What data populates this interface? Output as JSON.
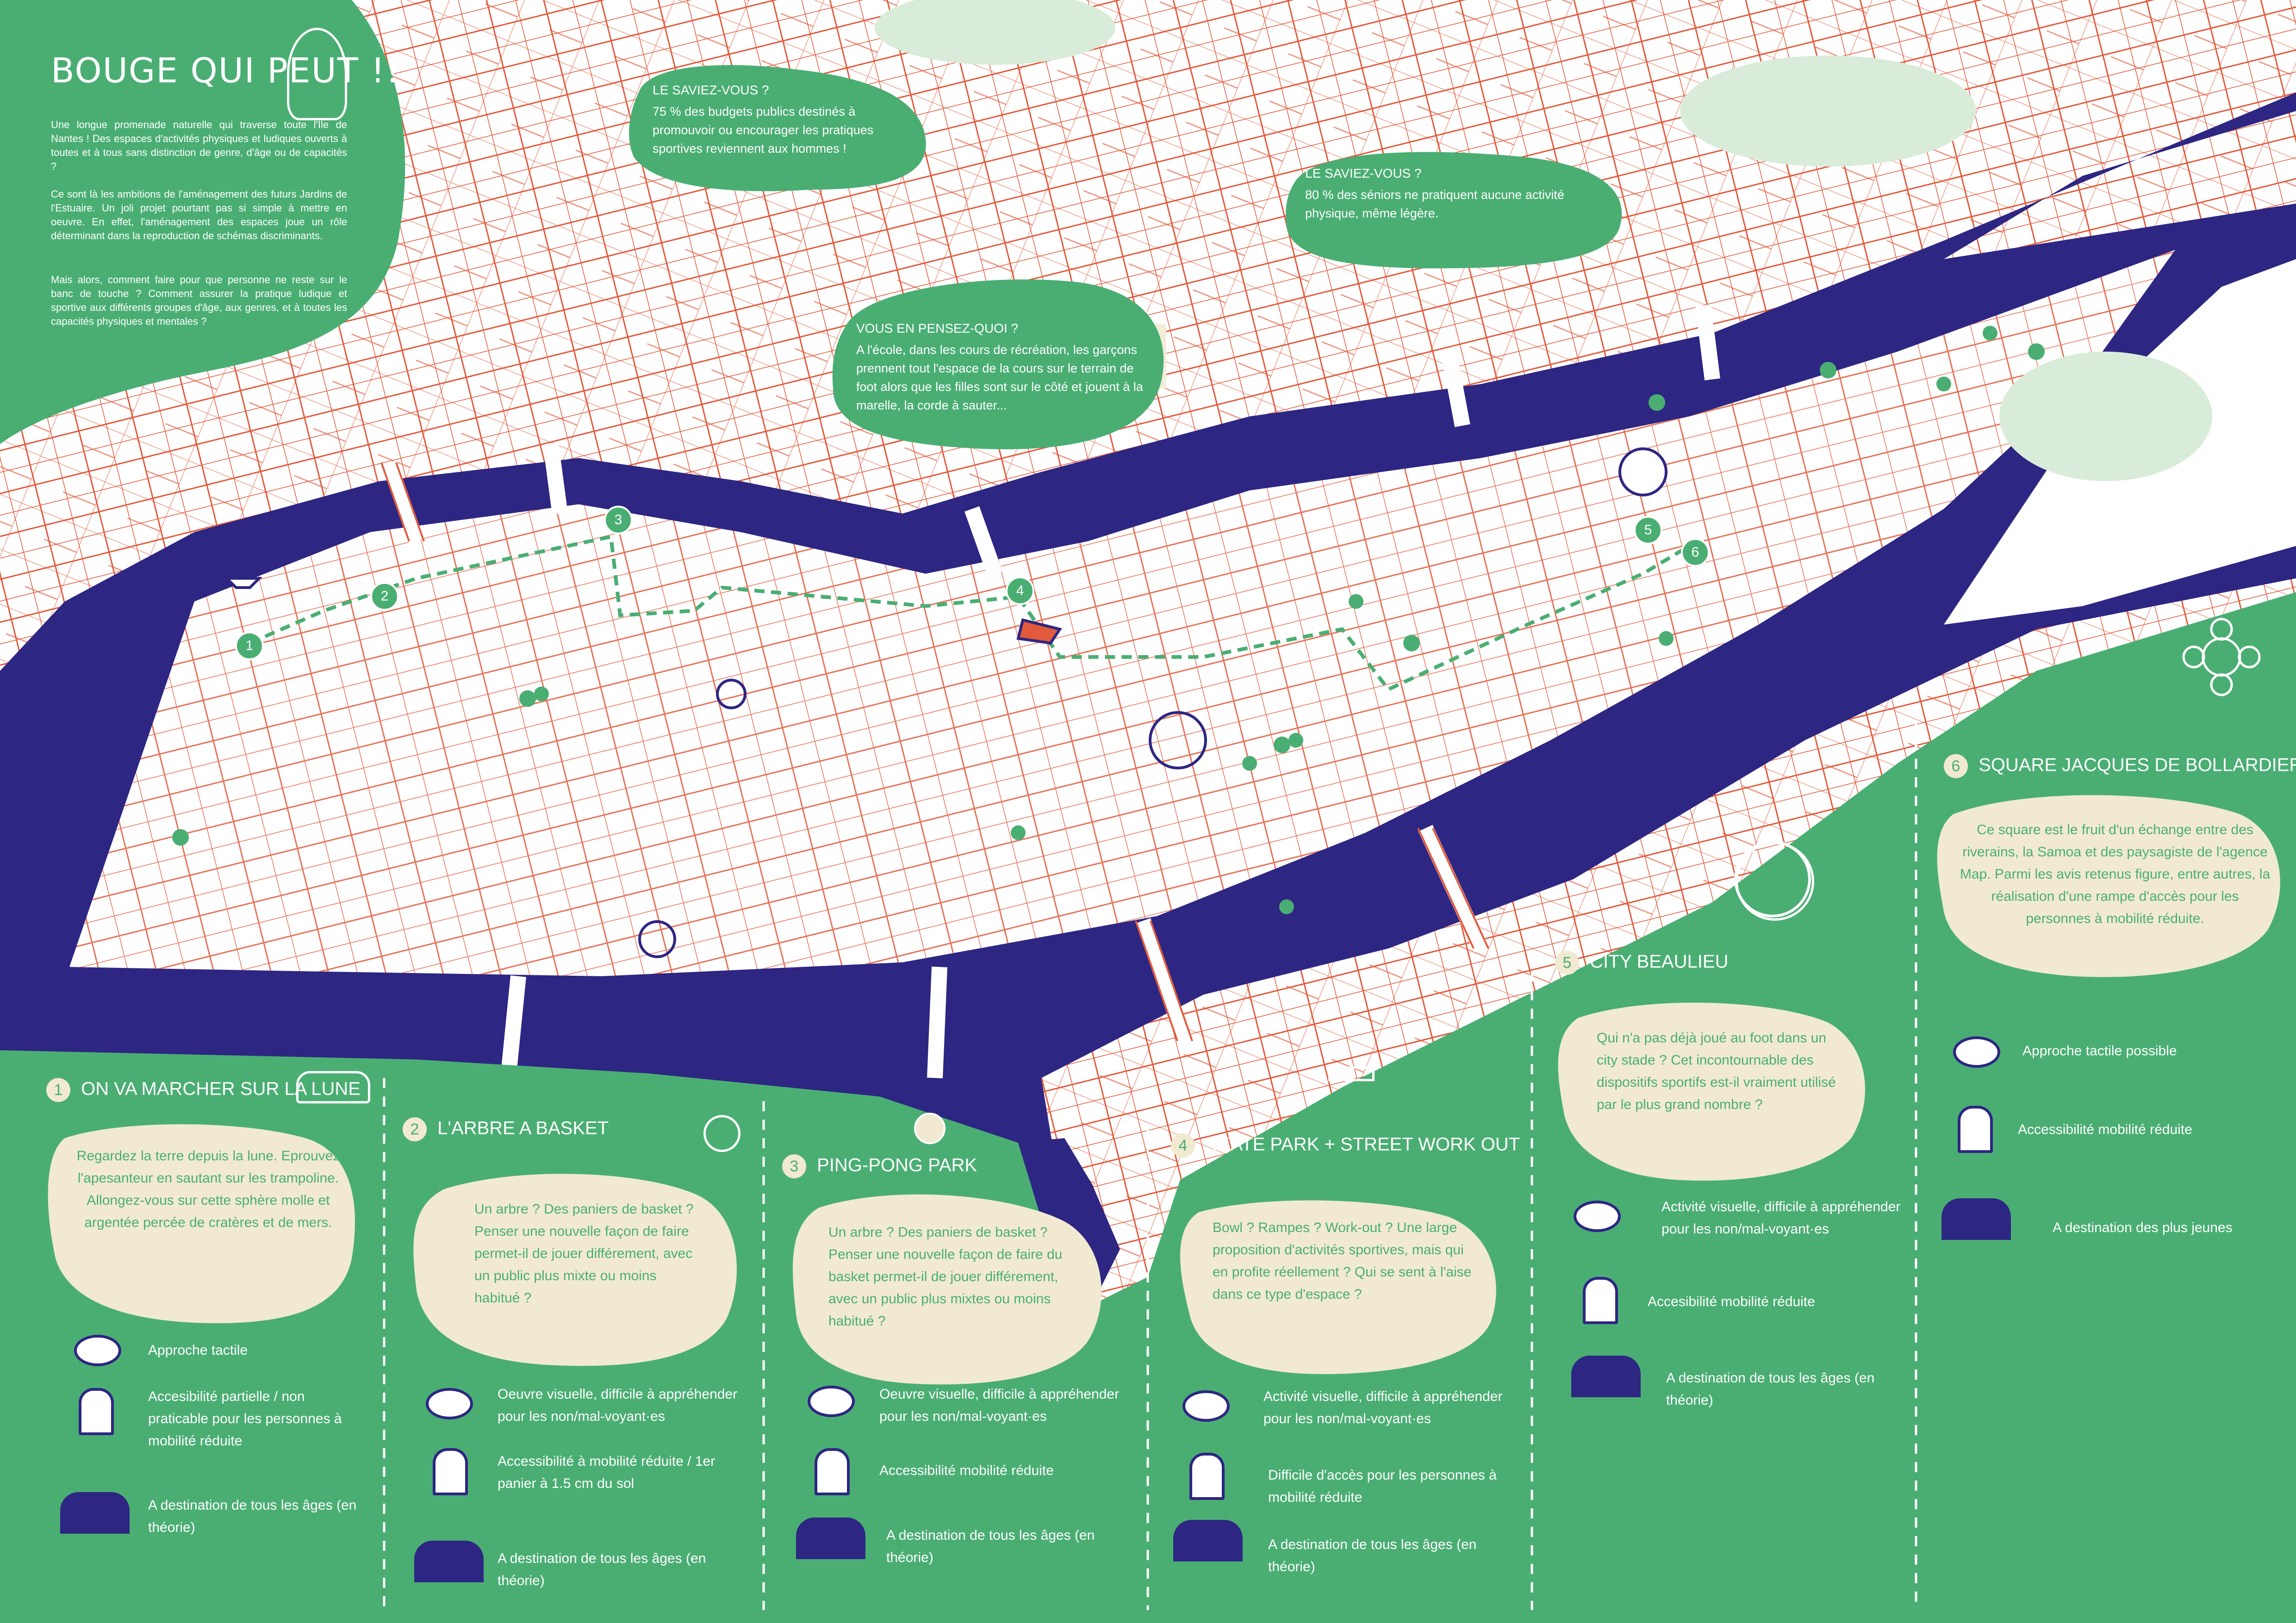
{
  "colors": {
    "green": "#4aae73",
    "navy": "#2d2682",
    "cream": "#f1ead0",
    "street": "#e25a3c",
    "park": "#d9ecd9",
    "building": "#f3ecd6",
    "white": "#ffffff"
  },
  "intro": {
    "title": "BOUGE QUI PEUT !!",
    "icon": "basketball-player-icon",
    "p1": "Une longue promenade naturelle qui traverse toute l'Ile de Nantes ! Des espaces d'activités physiques et ludiques ouverts à toutes et à tous sans distinction de genre, d'âge ou de capacités ?",
    "p2": "Ce sont là les ambitions de l'aménagement des futurs Jardins de l'Estuaire. Un joli projet pourtant pas si simple à mettre en oeuvre. En effet, l'aménagement des espaces joue un rôle déterminant dans la reproduction de schémas discriminants.",
    "p3": "Mais alors, comment faire pour que personne ne reste sur le banc de touche ? Comment assurer la pratique ludique et sportive aux différents groupes d'âge, aux genres, et à toutes les capacités physiques et mentales ?"
  },
  "bubbles": [
    {
      "title": "LE SAVIEZ-VOUS ?",
      "text": "75 % des budgets publics destinés à promouvoir ou encourager les pratiques sportives reviennent aux hommes !"
    },
    {
      "title": "LE SAVIEZ-VOUS ?",
      "text": "80 % des séniors ne pratiquent aucune activité physique, même légère."
    },
    {
      "title": "VOUS EN PENSEZ-QUOI ?",
      "text": "A l'école, dans les cours de récréation, les garçons prennent tout l'espace de la cours sur le terrain de foot alors que les filles sont sur le côté et jouent à la marelle, la corde à sauter..."
    }
  ],
  "map_markers": [
    "1",
    "2",
    "3",
    "4",
    "5",
    "6"
  ],
  "sections": [
    {
      "num": "1",
      "title": "ON VA MARCHER SUR LA LUNE",
      "icon": "sneakers-icon",
      "text": "Regardez la terre depuis la lune. Eprouvez l'apesanteur en sautant sur les trampoline. Allongez-vous sur cette sphère molle et argentée percée de cratères et de mers.",
      "items": [
        {
          "icon": "eye-icon",
          "text": "Approche tactile"
        },
        {
          "icon": "door-lock-crossed-icon",
          "text": "Accesibilité partielle / non praticable pour les personnes à mobilité réduite"
        },
        {
          "icon": "family-group-icon",
          "text": "A destination de tous les âges (en théorie)"
        }
      ]
    },
    {
      "num": "2",
      "title": "L'ARBRE A BASKET",
      "icon": "basketball-hoop-icon",
      "text": "Un arbre ? Des paniers de basket ? Penser une nouvelle façon de faire permet-il de jouer différement, avec un public plus mixte ou moins habitué ?",
      "items": [
        {
          "icon": "eye-crossed-icon",
          "text": "Oeuvre visuelle, difficile à appréhender pour les non/mal-voyant·es"
        },
        {
          "icon": "door-lock-icon",
          "text": "Accessibilité à mobilité réduite / 1er panier à 1.5 cm du sol"
        },
        {
          "icon": "family-group-icon",
          "text": "A destination de tous les âges (en théorie)"
        }
      ]
    },
    {
      "num": "3",
      "title": "PING-PONG PARK",
      "icon": "ping-pong-icon",
      "text": "Un arbre ? Des paniers de basket ? Penser une nouvelle façon de faire du basket permet-il de jouer différement, avec un public plus mixtes ou moins habitué ?",
      "items": [
        {
          "icon": "eye-crossed-icon",
          "text": "Oeuvre visuelle, difficile à appréhender pour les non/mal-voyant·es"
        },
        {
          "icon": "door-lock-icon",
          "text": "Accessibilité mobilité réduite"
        },
        {
          "icon": "family-group-icon",
          "text": "A destination de tous les âges (en théorie)"
        }
      ]
    },
    {
      "num": "4",
      "title": "SKATE PARK + STREET WORK OUT",
      "icon": "dumbbell-icon",
      "text": "Bowl ? Rampes ? Work-out ? Une large proposition d'activités sportives, mais qui en profite réellement ? Qui se sent à l'aise dans ce type d'espace ?",
      "items": [
        {
          "icon": "eye-crossed-icon",
          "text": "Activité visuelle, difficile à appréhender pour les non/mal-voyant·es"
        },
        {
          "icon": "door-lock-icon",
          "text": "Difficile d'accès pour les personnes à mobilité réduite"
        },
        {
          "icon": "family-group-icon",
          "text": "A destination de tous les âges (en théorie)"
        }
      ]
    },
    {
      "num": "5",
      "title": "CITY BEAULIEU",
      "icon": "soccer-ball-icon",
      "text": "Qui n'a pas déjà joué au foot dans un city stade ? Cet incontournable des dispositifs sportifs est-il vraiment utilisé par le plus grand nombre ?",
      "items": [
        {
          "icon": "eye-crossed-icon",
          "text": "Activité visuelle, difficile à appréhender pour les non/mal-voyant·es"
        },
        {
          "icon": "door-lock-icon",
          "text": "Accesibilité mobilité réduite"
        },
        {
          "icon": "family-group-icon",
          "text": "A destination de tous les âges (en théorie)"
        }
      ]
    },
    {
      "num": "6",
      "title": "SQUARE JACQUES DE BOLLARDIERE",
      "icon": "flower-icon",
      "text": "Ce square est le fruit d'un échange entre des riverains, la Samoa et des paysagiste de l'agence Map. Parmi les avis retenus figure, entre autres, la réalisation d'une rampe d'accès pour les personnes à mobilité réduite.",
      "items": [
        {
          "icon": "eye-icon",
          "text": "Approche tactile possible"
        },
        {
          "icon": "door-lock-icon",
          "text": "Accessibilité mobilité réduite"
        },
        {
          "icon": "family-group-crossed-icon",
          "text": "A destination des plus jeunes"
        }
      ]
    }
  ]
}
